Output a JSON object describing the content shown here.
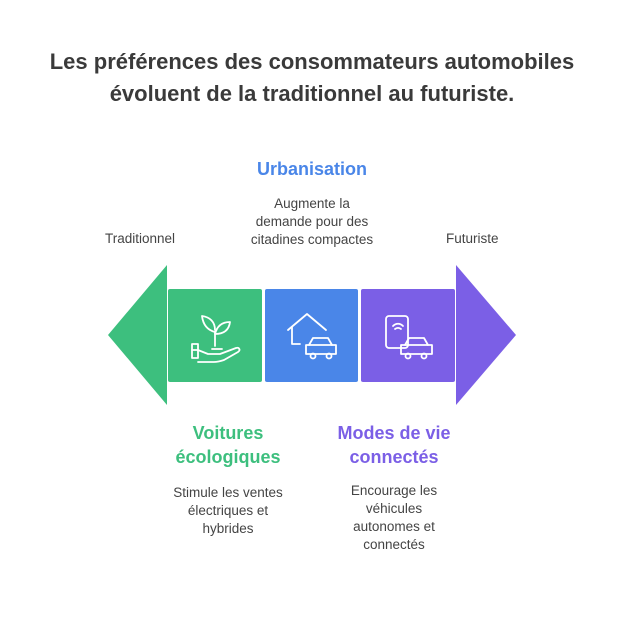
{
  "title": {
    "line1": "Les préférences des consommateurs automobiles",
    "line2": "évoluent de la traditionnel au futuriste."
  },
  "ends": {
    "left": "Traditionnel",
    "right": "Futuriste"
  },
  "stages": [
    {
      "heading_lines": [
        "Voitures",
        "écologiques"
      ],
      "description_lines": [
        "Stimule les ventes",
        "électriques et",
        "hybrides"
      ],
      "color": "#3dbf7e",
      "icon": "eco-hand-plant-icon"
    },
    {
      "heading_lines": [
        "Urbanisation"
      ],
      "description_lines": [
        "Augmente la",
        "demande pour des",
        "citadines compactes"
      ],
      "color": "#4a86e8",
      "icon": "house-car-icon"
    },
    {
      "heading_lines": [
        "Modes de vie",
        "connectés"
      ],
      "description_lines": [
        "Encourage les",
        "véhicules",
        "autonomes et",
        "connectés"
      ],
      "color": "#7b5fe6",
      "icon": "phone-car-icon"
    }
  ]
}
